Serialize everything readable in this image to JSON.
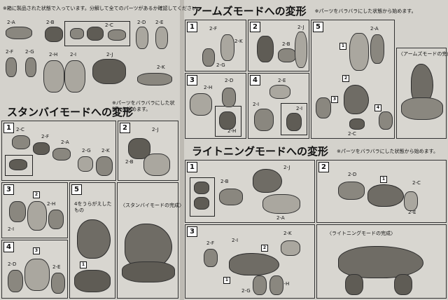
{
  "top_note": "※箱に製品された状態で入っています。分解して全てのパーツがあるか確認してください。",
  "parts": [
    "2-A",
    "2-B",
    "2-C",
    "2-D",
    "2-E",
    "2-F",
    "2-G",
    "2-H",
    "2-I",
    "2-J",
    "2-K"
  ],
  "standby": {
    "title": "スタンバイモードへの変形",
    "note": "※パーツをバラバラにした状態から始めます。",
    "panels": [
      {
        "num": "1",
        "labels": [
          "2-C",
          "2-F",
          "2-A",
          "2-G",
          "2-K"
        ]
      },
      {
        "num": "2",
        "labels": [
          "2-J",
          "2-B"
        ]
      },
      {
        "num": "3",
        "labels": [
          "2",
          "2-H",
          "2-I"
        ]
      },
      {
        "num": "4",
        "labels": [
          "3",
          "2-D",
          "2-E"
        ]
      },
      {
        "num": "5",
        "note": "4をうらがえしたもの",
        "labels": [
          "1"
        ]
      }
    ],
    "complete": "〈スタンバイモードの完成〉"
  },
  "arms": {
    "title": "アームズモードへの変形",
    "note": "※パーツをバラバラにした状態から始めます。",
    "panels": [
      {
        "num": "1",
        "labels": [
          "2-F",
          "2-K",
          "2-G"
        ]
      },
      {
        "num": "2",
        "labels": [
          "2-B",
          "2-J"
        ]
      },
      {
        "num": "3",
        "labels": [
          "2-H",
          "2-D",
          "2-H"
        ]
      },
      {
        "num": "4",
        "labels": [
          "2-E",
          "2-I",
          "2-I"
        ]
      },
      {
        "num": "5",
        "labels": [
          "2-A",
          "1",
          "2",
          "3",
          "4",
          "2-C"
        ]
      }
    ],
    "complete": "〈アームズモードの完成〉"
  },
  "lightning": {
    "title": "ライトニングモードへの変形",
    "note": "※パーツをバラバラにした状態から始めます。",
    "panels": [
      {
        "num": "1",
        "labels": [
          "2-J",
          "2-B",
          "2-A"
        ]
      },
      {
        "num": "2",
        "labels": [
          "2-D",
          "1",
          "2-C",
          "2-E"
        ]
      },
      {
        "num": "3",
        "labels": [
          "2-K",
          "2-F",
          "2-I",
          "2",
          "2-G",
          "2-H",
          "1"
        ]
      }
    ],
    "complete": "〈ライトニングモードの完成〉"
  }
}
